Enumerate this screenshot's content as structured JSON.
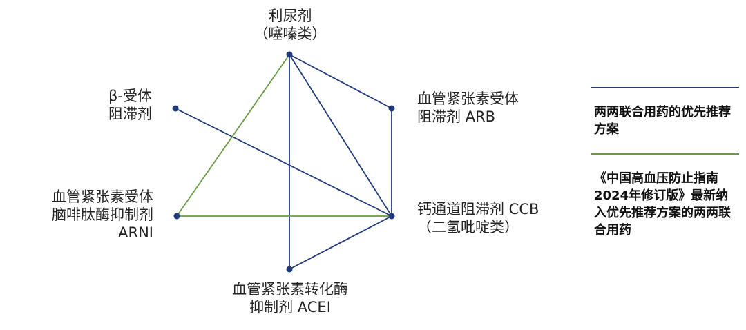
{
  "colors": {
    "blue": "#1f3a7a",
    "green": "#6a9a45",
    "node": "#1f3a7a"
  },
  "nodes": [
    {
      "id": "diuretic",
      "lines": [
        "利尿剂",
        "（噻嗪类）"
      ]
    },
    {
      "id": "beta",
      "lines": [
        "β-受体",
        "阻滞剂"
      ]
    },
    {
      "id": "arb",
      "lines": [
        "血管紧张素受体",
        "阻滞剂 ARB"
      ]
    },
    {
      "id": "ccb",
      "lines": [
        "钙通道阻滞剂 CCB",
        "（二氢吡啶类）"
      ]
    },
    {
      "id": "arni",
      "lines": [
        "血管紧张素受体",
        "脑啡肽酶抑制剂",
        "ARNI"
      ]
    },
    {
      "id": "acei",
      "lines": [
        "血管紧张素转化酶",
        "抑制剂 ACEI"
      ]
    }
  ],
  "edges": [
    {
      "from": "diuretic",
      "to": "arb",
      "type": "blue"
    },
    {
      "from": "diuretic",
      "to": "ccb",
      "type": "blue"
    },
    {
      "from": "diuretic",
      "to": "acei",
      "type": "blue"
    },
    {
      "from": "arb",
      "to": "ccb",
      "type": "blue"
    },
    {
      "from": "beta",
      "to": "ccb",
      "type": "blue"
    },
    {
      "from": "acei",
      "to": "ccb",
      "type": "blue"
    },
    {
      "from": "diuretic",
      "to": "arni",
      "type": "green"
    },
    {
      "from": "arni",
      "to": "ccb",
      "type": "green"
    }
  ],
  "legend": [
    {
      "type": "blue",
      "text": "两两联合用药的优先推荐方案"
    },
    {
      "type": "green",
      "text": "《中国高血压防止指南2024年修订版》最新纳入优先推荐方案的两两联合用药"
    }
  ]
}
